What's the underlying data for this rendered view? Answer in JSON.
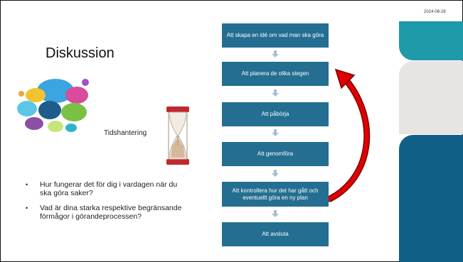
{
  "slide": {
    "date": "2024-08-28",
    "title": "Diskussion",
    "time_label": "Tidshantering",
    "questions": [
      "Hur fungerar det för dig i vardagen när du ska göra saker?",
      "Vad är dina starka respektive begränsande förmågor i görandeprocessen?"
    ],
    "steps": [
      "Att skapa en idé om vad man ska göra",
      "Att planera de olika stegen",
      "Att påbörja",
      "Att genomföra",
      "Att kontrollera hur det har gått och eventuellt göra en ny plan",
      "Att avsluta"
    ]
  },
  "colors": {
    "step_fill": "#246e92",
    "teal_band": "#1e9aa8",
    "grey_band": "#e8e4e4",
    "navy_band": "#115f86",
    "loop_arrow": "#d60000"
  },
  "icons": [
    "speech-bubbles-icon",
    "hourglass-icon",
    "down-arrow-icon",
    "loop-back-arrow-icon"
  ]
}
